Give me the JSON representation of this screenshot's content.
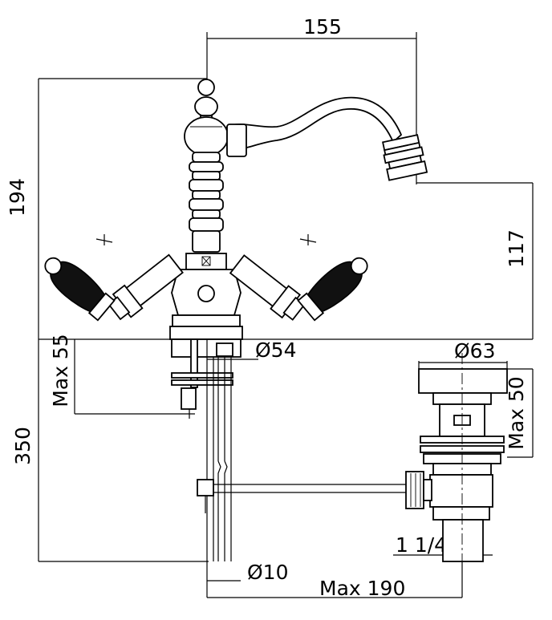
{
  "dimensions": {
    "top_width": "155",
    "overall_height": "194",
    "spout_height": "117",
    "max_thickness": "Max 55",
    "supply_length": "350",
    "base_diameter": "Ø54",
    "waste_diameter": "Ø63",
    "waste_max_thickness": "Max 50",
    "waste_thread": "1 1/4\"",
    "pipe_diameter": "Ø10",
    "max_reach": "Max 190"
  }
}
